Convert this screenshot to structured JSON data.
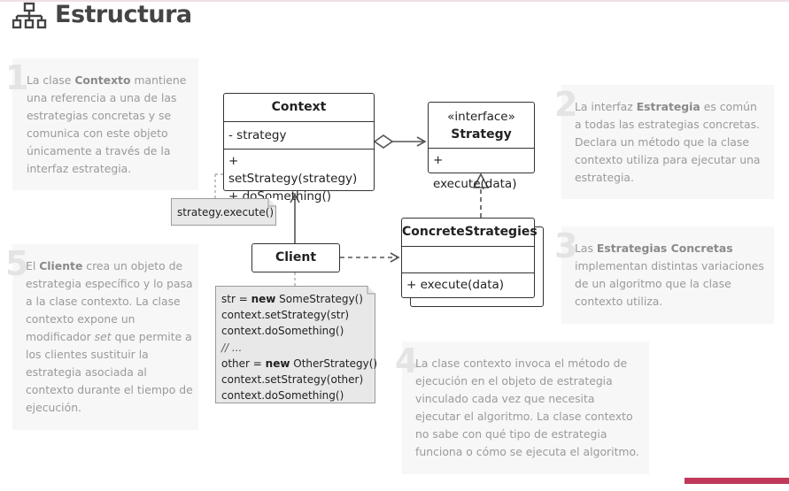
{
  "title": "Estructura",
  "notes": {
    "n1": {
      "num": "1",
      "pre": "La clase ",
      "bold": "Contexto",
      "post": " mantiene una referencia a una de las estrategias concretas y se comunica con este objeto únicamente a través de la interfaz estrategia."
    },
    "n2": {
      "num": "2",
      "pre": "La interfaz ",
      "bold": "Estrategia",
      "post": " es común a todas las estrategias concretas. Declara un método que la clase contexto utiliza para ejecutar una estrategia."
    },
    "n3": {
      "num": "3",
      "pre": "Las ",
      "bold": "Estrategias Concretas",
      "post": " implementan distintas variaciones de un algoritmo que la clase contexto utiliza."
    },
    "n4": {
      "num": "4",
      "pre": "La clase contexto invoca el método de ejecución en el objeto de estrategia vinculado cada vez que necesita ejecutar el algoritmo. La clase contexto no sabe con qué tipo de estrategia funciona o cómo se ejecuta el algoritmo.",
      "bold": "",
      "post": ""
    },
    "n5": {
      "num": "5",
      "pre": "El ",
      "bold": "Cliente",
      "post": " crea un objeto de estrategia específico y lo pasa a la clase contexto. La clase contexto expone un modificador ",
      "italic": "set",
      "post2": " que permite a los clientes sustituir la estrategia asociada al contexto durante el tiempo de ejecución."
    }
  },
  "context": {
    "name": "Context",
    "field": "- strategy",
    "methods": [
      "+ setStrategy(strategy)",
      "+ doSomething()"
    ]
  },
  "strategy": {
    "stereotype": "«interface»",
    "name": "Strategy",
    "method": "+ execute(data)"
  },
  "concrete": {
    "name": "ConcreteStrategies",
    "method": "+ execute(data)"
  },
  "client": {
    "name": "Client"
  },
  "strategy_note": "strategy.execute()",
  "code": {
    "l1_pre": "str = ",
    "l1_kw": "new",
    "l1_post": " SomeStrategy()",
    "l2": "context.setStrategy(str)",
    "l3": "context.doSomething()",
    "l4": "// ...",
    "l5_pre": "other = ",
    "l5_kw": "new",
    "l5_post": " OtherStrategy()",
    "l6": "context.setStrategy(other)",
    "l7": "context.doSomething()"
  },
  "colors": {
    "accent": "#c0395a",
    "note_bg": "#f7f7f7",
    "note_text": "#9a9a9a",
    "code_bg": "#e8e8e8"
  }
}
